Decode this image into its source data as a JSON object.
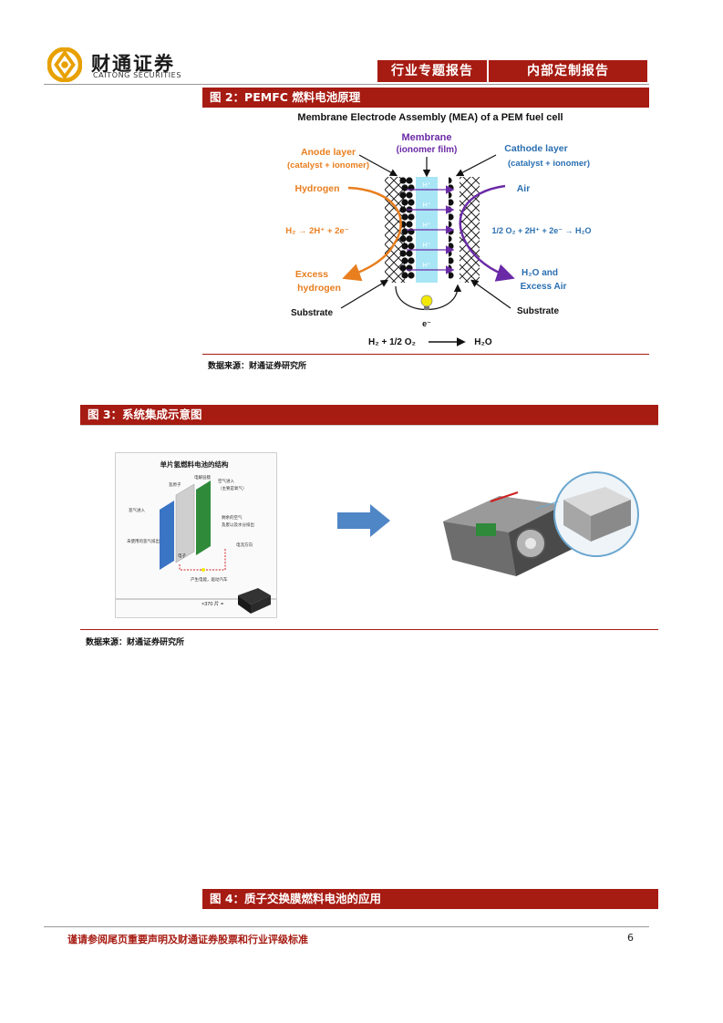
{
  "header": {
    "logo_cn": "财通证券",
    "logo_en": "CAITONG SECURITIES",
    "tab_report_type": "行业专题报告",
    "tab_internal": "内部定制报告"
  },
  "figure2": {
    "caption": "图 2：PEMFC 燃料电池原理",
    "title": "Membrane Electrode Assembly (MEA) of a PEM fuel cell",
    "membrane": "Membrane",
    "membrane_sub": "(ionomer film)",
    "anode": "Anode layer",
    "anode_sub": "(catalyst + ionomer)",
    "cathode": "Cathode layer",
    "cathode_sub": "(catalyst + ionomer)",
    "hydrogen": "Hydrogen",
    "air": "Air",
    "anode_reaction": "H₂ → 2H⁺ + 2e⁻",
    "cathode_reaction": "1/2 O₂ + 2H⁺ + 2e⁻ → H₂O",
    "excess_hydrogen_1": "Excess",
    "excess_hydrogen_2": "hydrogen",
    "water_out_1": "H₂O and",
    "water_out_2": "Excess Air",
    "substrate_left": "Substrate",
    "substrate_right": "Substrate",
    "electron": "e⁻",
    "overall_reaction_left": "H₂ + 1/2 O₂",
    "overall_reaction_right": "H₂O",
    "proton": "H⁺",
    "source": "数据来源：财通证券研究所"
  },
  "figure3": {
    "caption": "图 3：系统集成示意图",
    "stack_title": "单片氢燃料电池的结构",
    "labels": [
      "电解层膜",
      "氢原子",
      "空气进入",
      "（主要是氧气）",
      "氢气进入",
      "剩余的空气",
      "及废以及水分排出",
      "未使用的氢气排出",
      "电流方向",
      "电子",
      "产生电能，驱动汽车"
    ],
    "count_label": "×370 片 =",
    "source": "数据来源：财通证券研究所"
  },
  "figure4": {
    "caption": "图 4：质子交换膜燃料电池的应用"
  },
  "footer": {
    "disclaimer": "谨请参阅尾页重要声明及财通证券股票和行业评级标准",
    "page_number": "6"
  },
  "colors": {
    "brand_red": "#a61b12",
    "logo_orange": "#e8a000",
    "anode_orange": "#e87e1e",
    "cathode_blue": "#2a6fb0",
    "membrane_purple": "#6a2aa6",
    "membrane_cyan": "#a8e6f5"
  }
}
